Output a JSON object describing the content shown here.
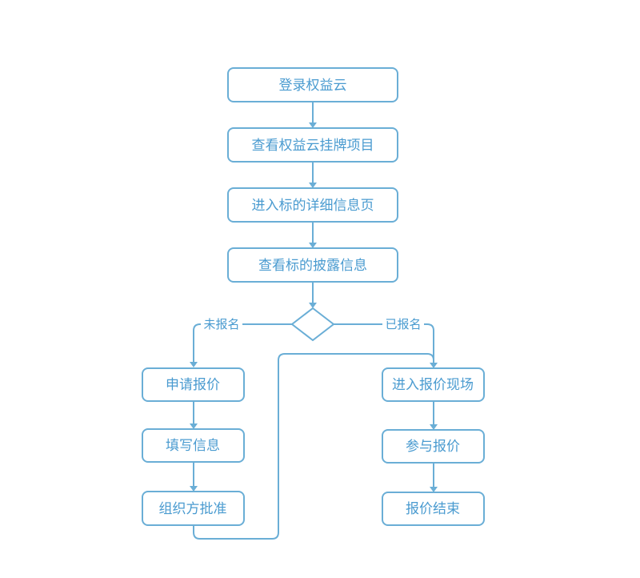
{
  "flowchart": {
    "steps": {
      "login": "登录权益云",
      "view_listing": "查看权益云挂牌项目",
      "enter_detail": "进入标的详细信息页",
      "view_disclosure": "查看标的披露信息",
      "apply_quote": "申请报价",
      "fill_info": "填写信息",
      "organizer_approve": "组织方批准",
      "enter_quote_site": "进入报价现场",
      "join_quote": "参与报价",
      "quote_end": "报价结束"
    },
    "branches": {
      "not_registered": "未报名",
      "registered": "已报名"
    }
  },
  "colors": {
    "stroke": "#6aaed6",
    "text": "#4a9bd0",
    "background": "#ffffff"
  }
}
